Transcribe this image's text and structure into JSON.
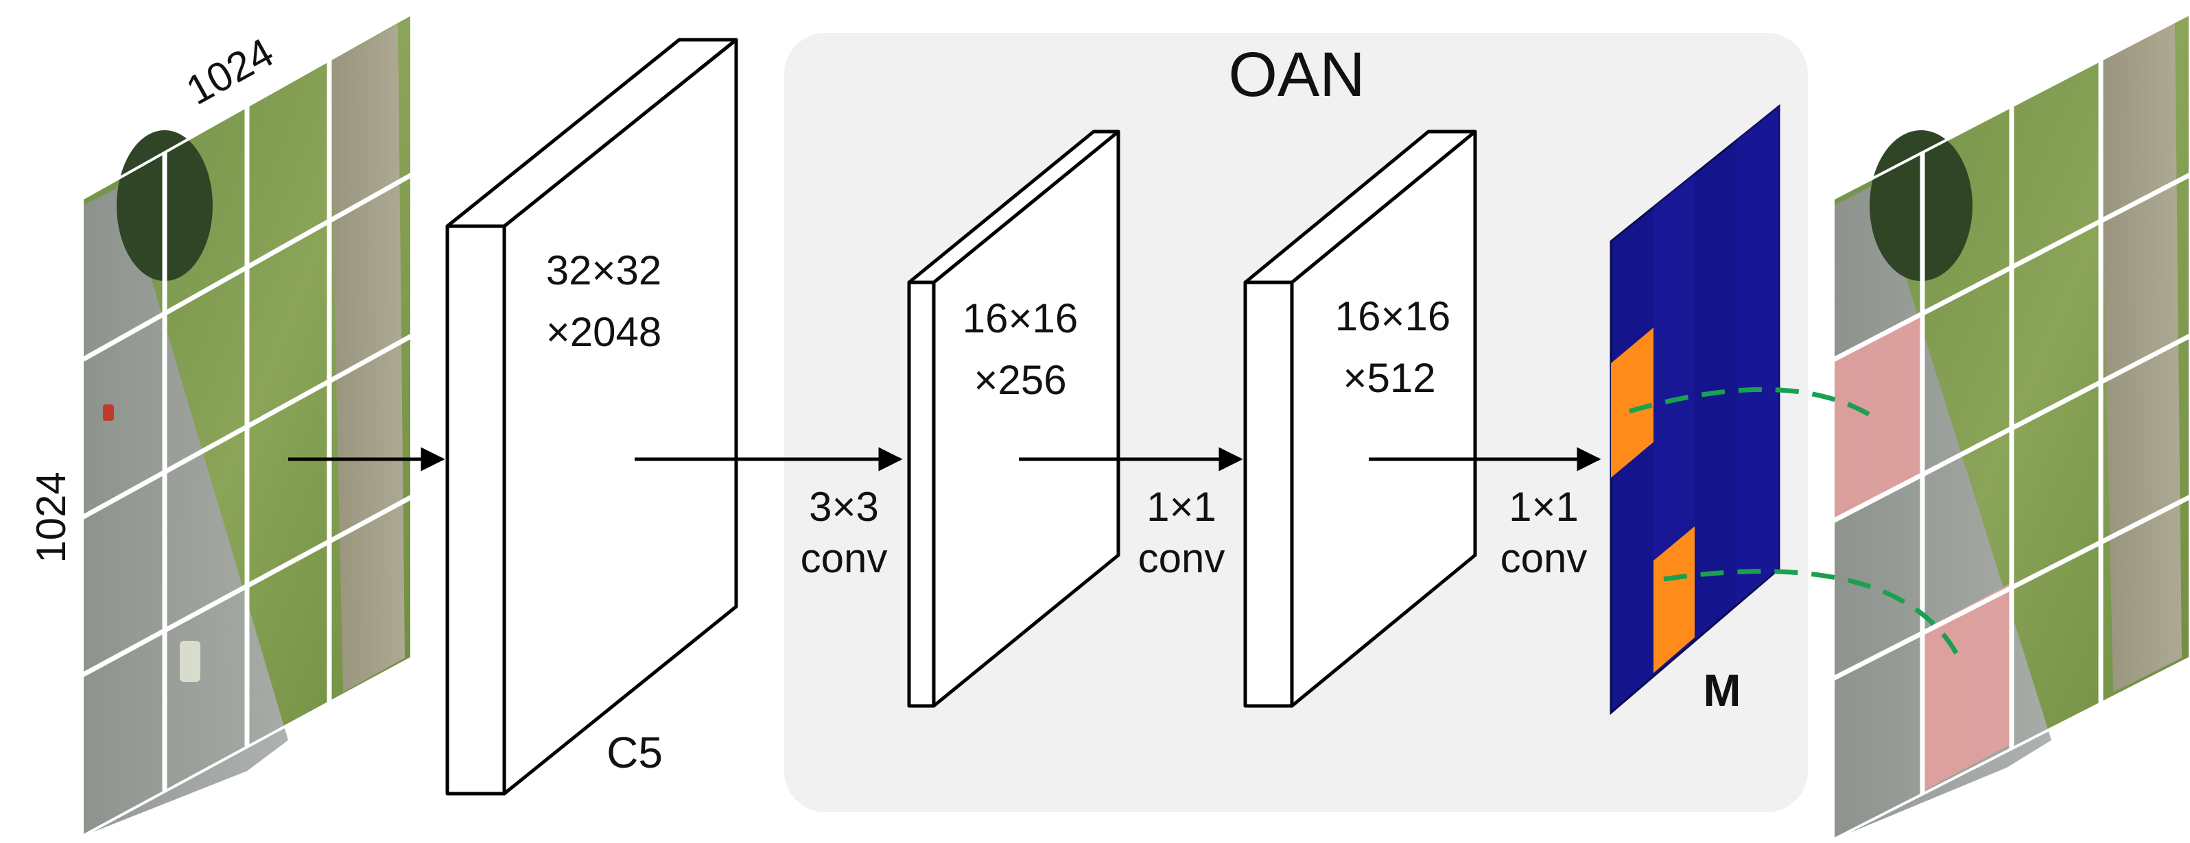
{
  "input_image": {
    "width_label": "1024",
    "height_label": "1024"
  },
  "output_image": {},
  "c5_block": {
    "dims_line1": "32×32",
    "dims_line2": "×2048",
    "name": "C5"
  },
  "oan": {
    "title": "OAN",
    "block1": {
      "dims_line1": "16×16",
      "dims_line2": "×256"
    },
    "block2": {
      "dims_line1": "16×16",
      "dims_line2": "×512"
    },
    "op1": {
      "line1": "3×3",
      "line2": "conv"
    },
    "op2": {
      "line1": "1×1",
      "line2": "conv"
    },
    "op3": {
      "line1": "1×1",
      "line2": "conv"
    },
    "map_label": "M"
  },
  "colors": {
    "oan_panel": "#f1f1f2",
    "map_blue": "#14148c",
    "map_highlight": "#ff8c1a",
    "link_green": "#1aa050",
    "tile_highlight": "#e8a0a0"
  }
}
